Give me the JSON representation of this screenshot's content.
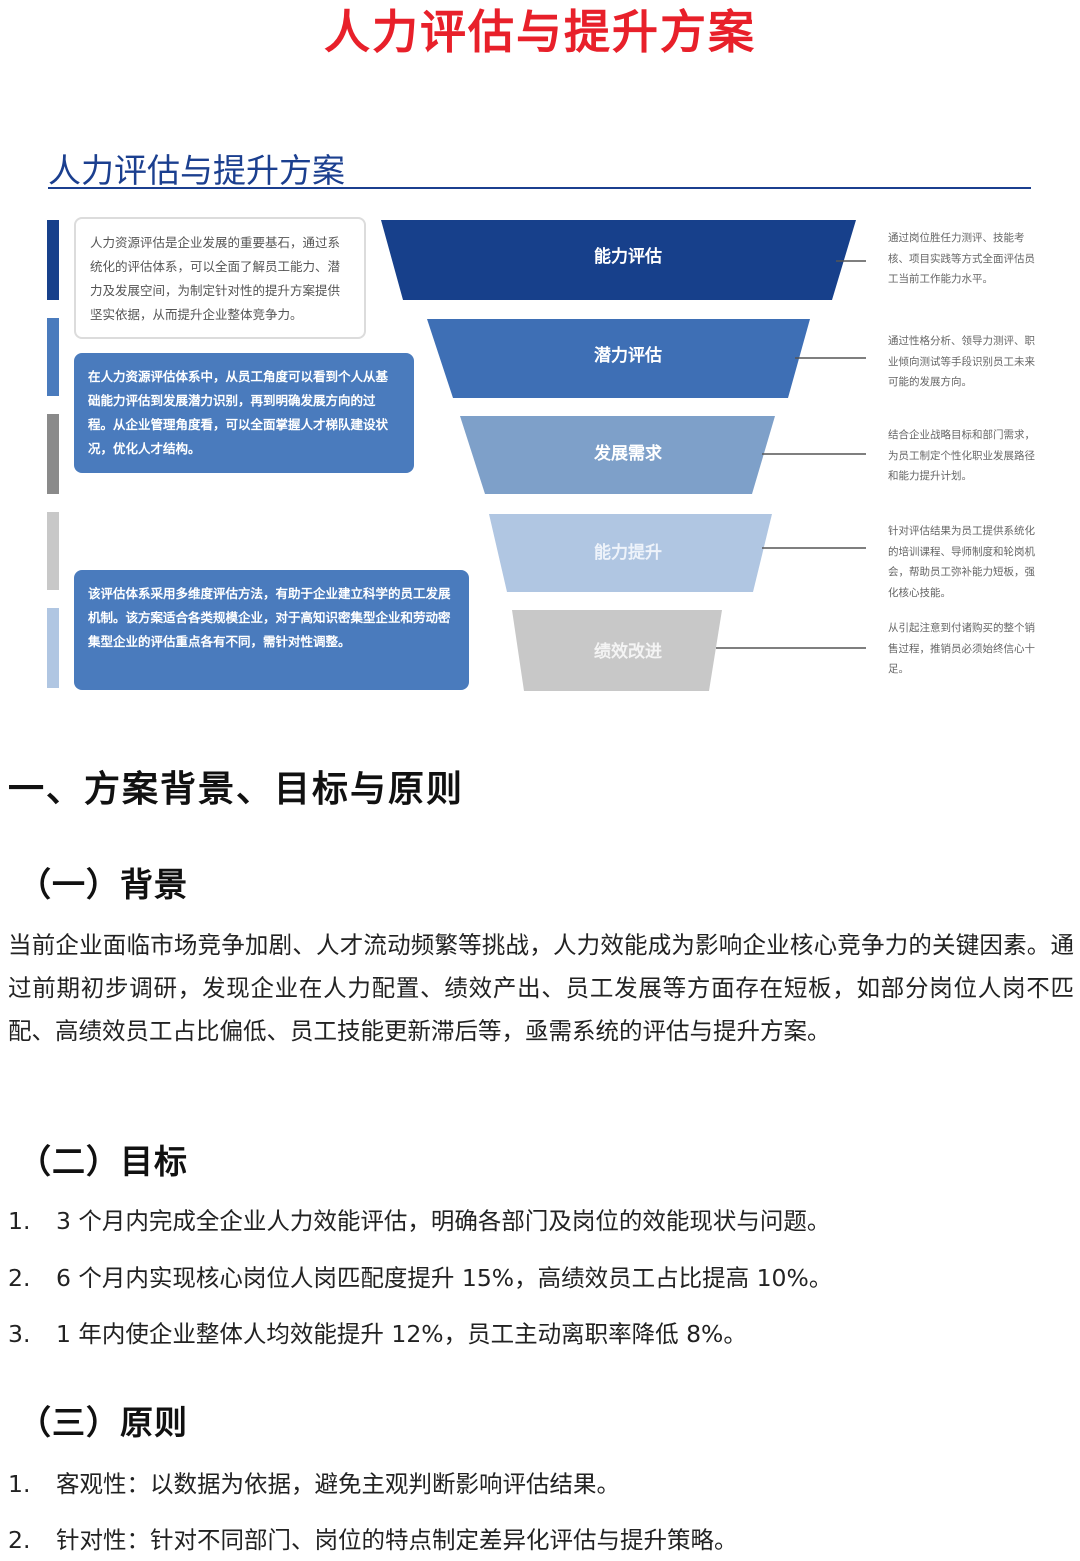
{
  "doc_title": "人力评估与提升方案",
  "infographic": {
    "title": "人力评估与提升方案",
    "left_boxes": [
      "人力资源评估是企业发展的重要基石，通过系统化的评估体系，可以全面了解员工能力、潜力及发展空间，为制定针对性的提升方案提供坚实依据，从而提升企业整体竞争力。",
      "在人力资源评估体系中，从员工角度可以看到个人从基础能力评估到发展潜力识别，再到明确发展方向的过程。从企业管理角度看，可以全面掌握人才梯队建设状况，优化人才结构。",
      "该评估体系采用多维度评估方法，有助于企业建立科学的员工发展机制。该方案适合各类规模企业，对于高知识密集型企业和劳动密集型企业的评估重点各有不同，需针对性调整。"
    ],
    "stages": [
      {
        "label": "能力评估",
        "color": "#17408b",
        "note": "通过岗位胜任力测评、技能考核、项目实践等方式全面评估员工当前工作能力水平。"
      },
      {
        "label": "潜力评估",
        "color": "#3e6fb5",
        "note": "通过性格分析、领导力测评、职业倾向测试等手段识别员工未来可能的发展方向。"
      },
      {
        "label": "发展需求",
        "color": "#7ea0c9",
        "note": "结合企业战略目标和部门需求，为员工制定个性化职业发展路径和能力提升计划。"
      },
      {
        "label": "能力提升",
        "color": "#b0c6e2",
        "note": "针对评估结果为员工提供系统化的培训课程、导师制度和轮岗机会，帮助员工弥补能力短板，强化核心技能。"
      },
      {
        "label": "绩效改进",
        "color": "#c8c8c8",
        "note": "从引起注意到付诸购买的整个销售过程，推销员必须始终信心十足。"
      }
    ],
    "side_bar_colors": [
      "#17408b",
      "#4a7bbd",
      "#8a8a8a",
      "#c8c8c8",
      "#b0c6e2"
    ]
  },
  "section1": {
    "heading": "一、方案背景、目标与原则",
    "background": {
      "heading": "（一）背景",
      "text": "当前企业面临市场竞争加剧、人才流动频繁等挑战，人力效能成为影响企业核心竞争力的关键因素。通过前期初步调研，发现企业在人力配置、绩效产出、员工发展等方面存在短板，如部分岗位人岗不匹配、高绩效员工占比偏低、员工技能更新滞后等，亟需系统的评估与提升方案。"
    },
    "goals": {
      "heading": "（二）目标",
      "items": [
        {
          "num": "1.",
          "text": "3 个月内完成全企业人力效能评估，明确各部门及岗位的效能现状与问题。"
        },
        {
          "num": "2.",
          "text": "6 个月内实现核心岗位人岗匹配度提升 15%，高绩效员工占比提高 10%。"
        },
        {
          "num": "3.",
          "text": "1 年内使企业整体人均效能提升 12%，员工主动离职率降低 8%。"
        }
      ]
    },
    "principles": {
      "heading": "（三）原则",
      "items": [
        {
          "num": "1.",
          "text": "客观性：以数据为依据，避免主观判断影响评估结果。"
        },
        {
          "num": "2.",
          "text": "针对性：针对不同部门、岗位的特点制定差异化评估与提升策略。"
        }
      ]
    }
  }
}
